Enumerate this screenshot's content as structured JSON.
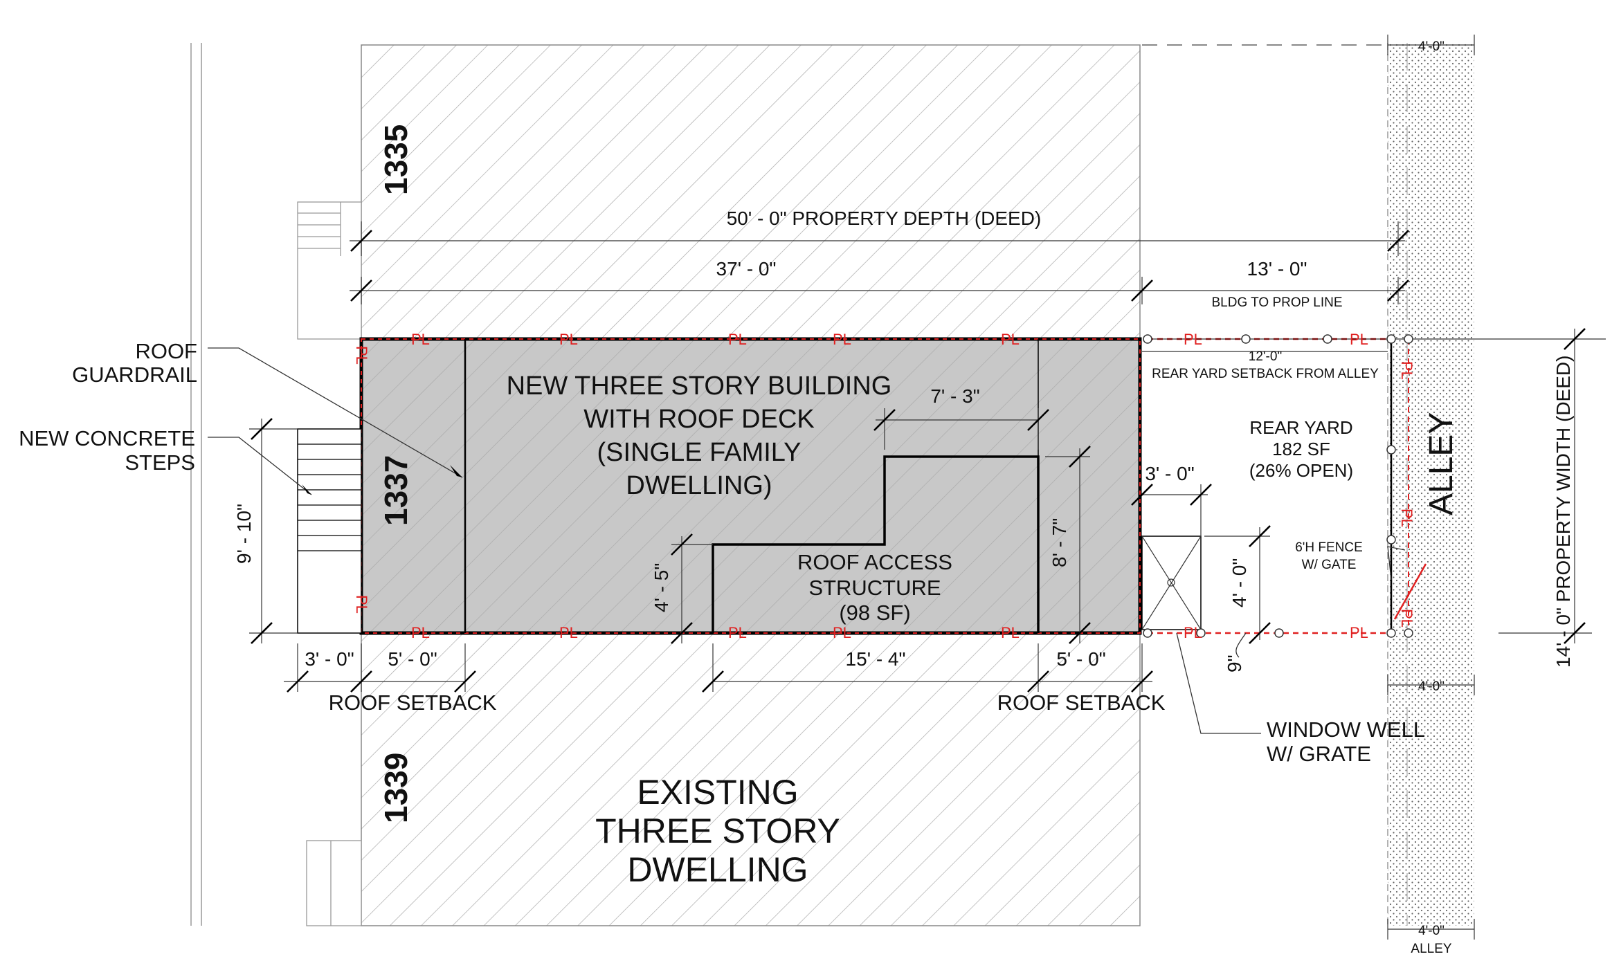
{
  "drawing": {
    "lots": {
      "upper": "1335",
      "subject": "1337",
      "lower": "1339"
    },
    "new_building": [
      "NEW THREE STORY BUILDING",
      "WITH ROOF DECK",
      "(SINGLE FAMILY",
      "DWELLING)"
    ],
    "roof_access": [
      "ROOF ACCESS",
      "STRUCTURE",
      "(98 SF)"
    ],
    "existing": [
      "EXISTING",
      "THREE STORY",
      "DWELLING"
    ],
    "rear_yard": [
      "REAR YARD",
      "182 SF",
      "(26% OPEN)"
    ],
    "fence": [
      "6'H FENCE",
      "W/ GATE"
    ],
    "window_well": [
      "WINDOW WELL",
      "W/ GRATE"
    ],
    "roof_guardrail": [
      "ROOF",
      "GUARDRAIL"
    ],
    "concrete_steps": [
      "NEW CONCRETE",
      "STEPS"
    ],
    "alley": "ALLEY",
    "alley_small": "ALLEY",
    "pl_mark": "PL",
    "dims": {
      "property_depth": "50' - 0\" PROPERTY DEPTH (DEED)",
      "bldg_depth": "37' - 0\"",
      "rear_dist": "13' - 0\"",
      "bldg_to_prop": "BLDG TO PROP LINE",
      "rear_setback_val": "12'-0\"",
      "rear_setback": "REAR YARD SETBACK FROM ALLEY",
      "property_width": "14' - 0\" PROPERTY WIDTH (DEED)",
      "steps_width": "9' - 10\"",
      "steps_depth": "3' - 0\"",
      "front_setback": "5' - 0\"",
      "rear_setback_roof": "5' - 0\"",
      "access_len": "15' - 4\"",
      "access_upper": "7' - 3\"",
      "access_h1": "4' - 5\"",
      "access_h2": "8' - 7\"",
      "ww_len": "3' - 0\"",
      "ww_w": "4' - 0\"",
      "ww_off": "9\"",
      "roof_setback": "ROOF SETBACK",
      "alley_w": "4'-0\""
    }
  }
}
